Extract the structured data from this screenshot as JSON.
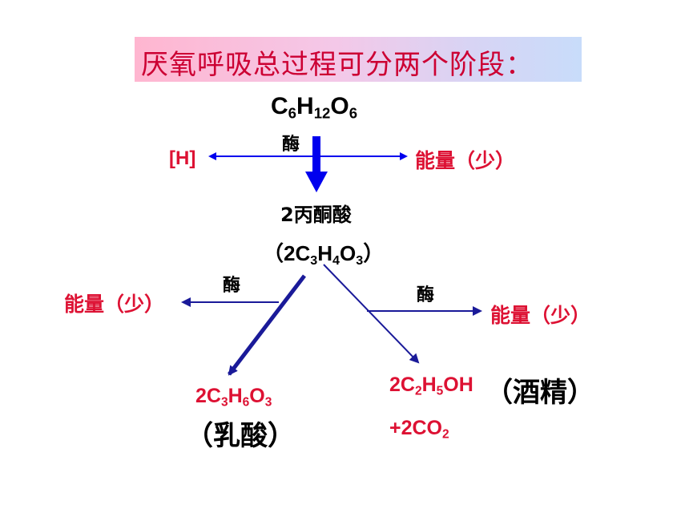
{
  "title": "厌氧呼吸总过程可分两个阶段：",
  "glucose": {
    "c": "C",
    "c_sub": "6",
    "h": "H",
    "h_sub": "12",
    "o": "O",
    "o_sub": "6"
  },
  "enzyme_label": "酶",
  "stage1": {
    "left_product": "[H]",
    "right_product": "能量（少）"
  },
  "pyruvate": {
    "name": "2丙酮酸",
    "formula_open": "（",
    "formula_coef": "2",
    "c": "C",
    "c_sub": "3",
    "h": "H",
    "h_sub": "4",
    "o": "O",
    "o_sub": "3",
    "formula_close": "）"
  },
  "stage2_left": {
    "energy": "能量（少）",
    "enzyme": "酶",
    "product_coef": "2",
    "c": "C",
    "c_sub": "3",
    "h": "H",
    "h_sub": "6",
    "o": "O",
    "o_sub": "3",
    "product_name": "（乳酸）"
  },
  "stage2_right": {
    "energy": "能量（少）",
    "enzyme": "酶",
    "product_coef": "2",
    "c": "C",
    "c_sub": "2",
    "h": "H",
    "h_sub": "5",
    "oh": "OH",
    "product_name": "（酒精）",
    "co2_prefix": "+2CO",
    "co2_sub": "2"
  },
  "colors": {
    "arrow_blue": "#0000ee",
    "arrow_navy": "#1a1a99",
    "text_red": "#dd1133",
    "title_red": "#cc0033"
  }
}
